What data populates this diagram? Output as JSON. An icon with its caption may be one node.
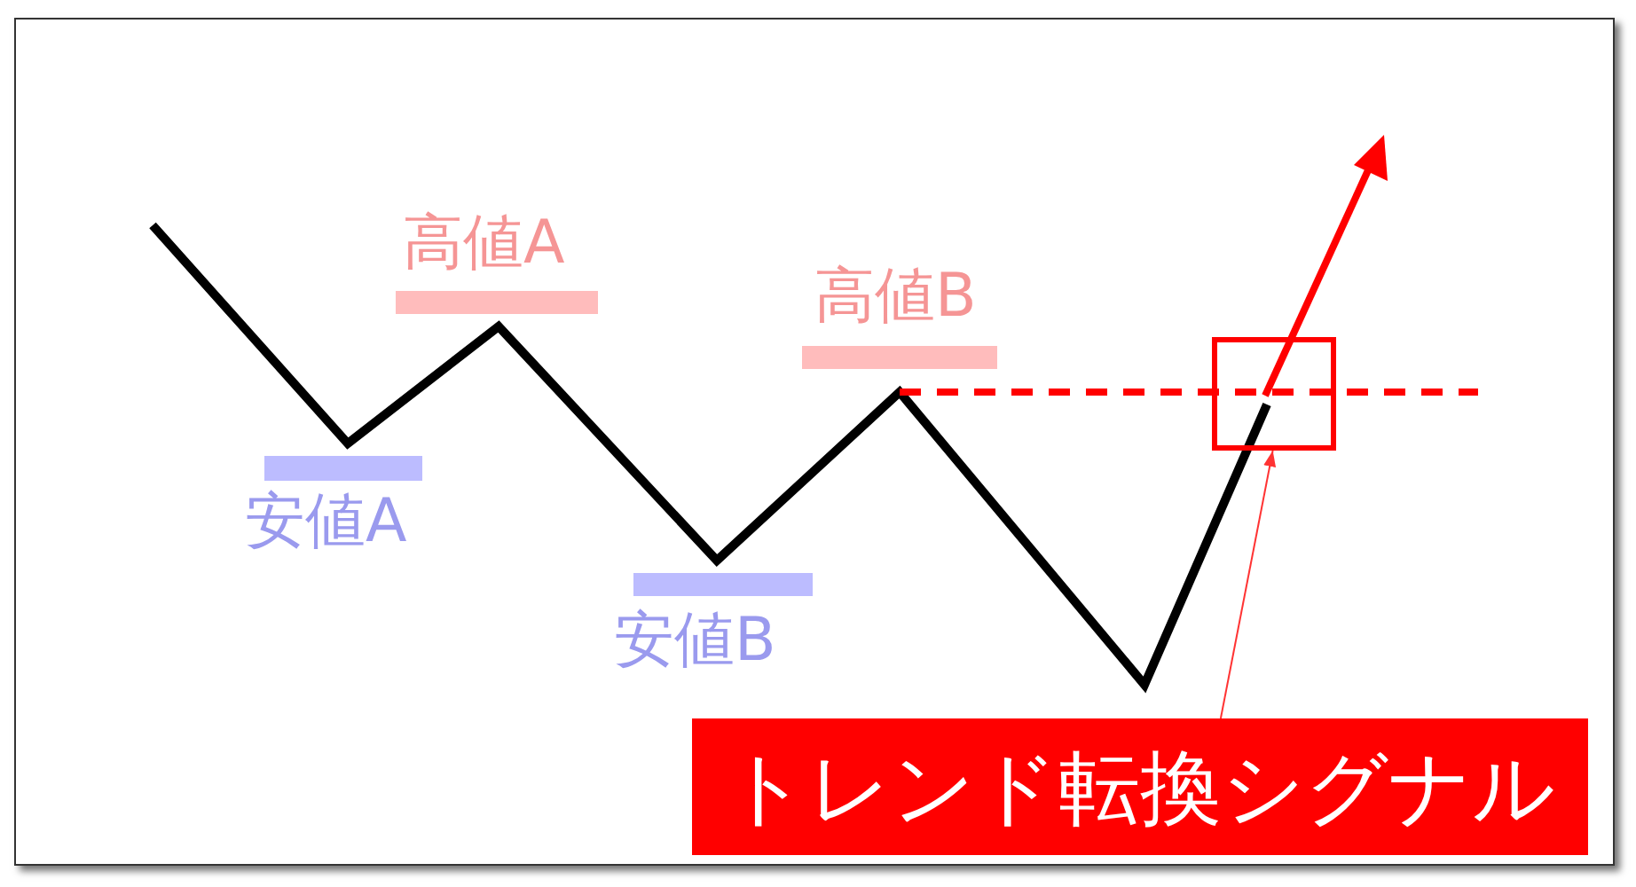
{
  "diagram": {
    "nodes": [
      {
        "text": [],
        "shape": "box"
      },
      {
        "text": [
          "トレンド転換シグナル"
        ]
      }
    ],
    "edges": [
      {
        "from": 1,
        "to": 0,
        "arrow": "to"
      }
    ],
    "labels": [
      "高値A",
      "高値B",
      "安値A",
      "安値B"
    ]
  }
}
